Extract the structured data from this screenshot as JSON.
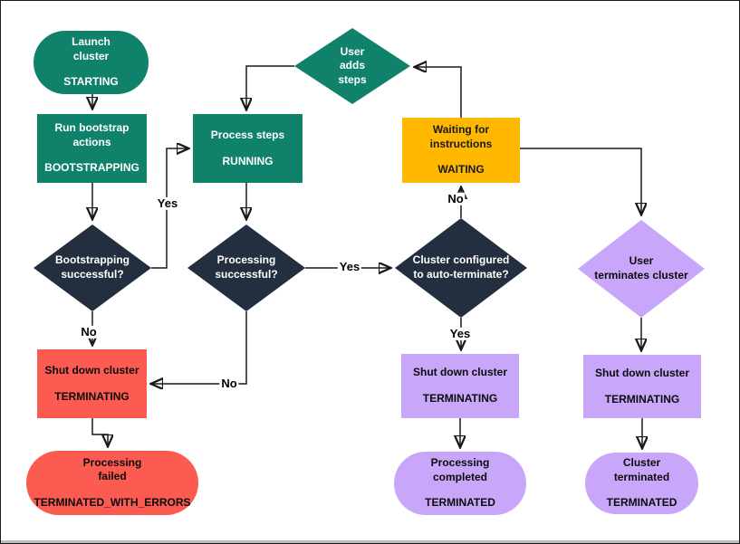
{
  "diagram": {
    "description": "Cluster lifecycle flowchart",
    "colors": {
      "green": "#10826B",
      "dark_navy": "#232F3E",
      "yellow": "#FFB700",
      "red": "#FB5B50",
      "purple": "#C8A7FA",
      "line": "#1a1a1a",
      "text_light": "#ffffff",
      "text_dark": "#0b0b0b"
    }
  },
  "nodes": {
    "start": {
      "label": "Launch\ncluster",
      "state": "STARTING"
    },
    "bootstrap": {
      "label": "Run bootstrap\nactions",
      "state": "BOOTSTRAPPING"
    },
    "process_steps": {
      "label": "Process steps",
      "state": "RUNNING"
    },
    "user_adds_steps": {
      "label": "User\nadds\nsteps"
    },
    "waiting": {
      "label": "Waiting for\ninstructions",
      "state": "WAITING"
    },
    "bootstrapping_q": {
      "label": "Bootstrapping\nsuccessful?"
    },
    "processing_q": {
      "label": "Processing\nsuccessful?"
    },
    "auto_terminate_q": {
      "label": "Cluster configured\nto auto-terminate?"
    },
    "user_terminates": {
      "label": "User\nterminates cluster"
    },
    "shutdown_error": {
      "label": "Shut down cluster",
      "state": "TERMINATING"
    },
    "terminated_errors": {
      "label": "Processing\nfailed",
      "state": "TERMINATED_WITH_ERRORS"
    },
    "shutdown_auto": {
      "label": "Shut down cluster",
      "state": "TERMINATING"
    },
    "terminated_auto": {
      "label": "Processing\ncompleted",
      "state": "TERMINATED"
    },
    "shutdown_user": {
      "label": "Shut down cluster",
      "state": "TERMINATING"
    },
    "terminated_user": {
      "label": "Cluster\nterminated",
      "state": "TERMINATED"
    }
  },
  "edge_labels": {
    "bootstrap_yes": "Yes",
    "bootstrap_no": "No",
    "processing_yes": "Yes",
    "processing_no": "No",
    "auto_terminate_no": "No",
    "auto_terminate_yes": "Yes"
  }
}
